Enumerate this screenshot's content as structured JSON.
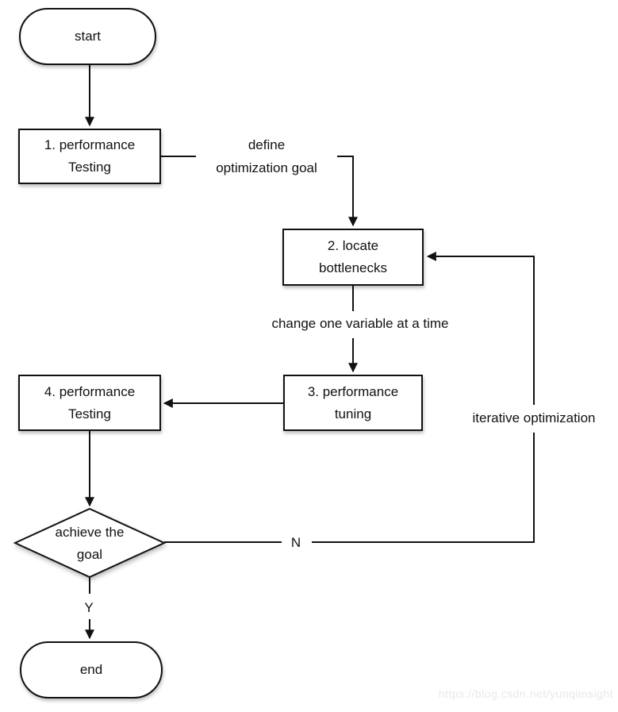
{
  "diagram_type": "flowchart",
  "nodes": {
    "start": {
      "label": "start",
      "shape": "stadium"
    },
    "step1": {
      "label": "1. performance\nTesting",
      "shape": "rect"
    },
    "step2": {
      "label": "2. locate\nbottlenecks",
      "shape": "rect"
    },
    "step3": {
      "label": "3. performance\ntuning",
      "shape": "rect"
    },
    "step4": {
      "label": "4. performance\nTesting",
      "shape": "rect"
    },
    "decision": {
      "label": "achieve the\ngoal",
      "shape": "diamond"
    },
    "end": {
      "label": "end",
      "shape": "stadium"
    }
  },
  "edges": [
    {
      "from": "start",
      "to": "step1",
      "label": ""
    },
    {
      "from": "step1",
      "to": "step2",
      "label": "define\noptimization goal"
    },
    {
      "from": "step2",
      "to": "step3",
      "label": "change one variable at a time"
    },
    {
      "from": "step3",
      "to": "step4",
      "label": ""
    },
    {
      "from": "step4",
      "to": "decision",
      "label": ""
    },
    {
      "from": "decision",
      "to": "step2",
      "label": "N",
      "loop_label": "iterative optimization"
    },
    {
      "from": "decision",
      "to": "end",
      "label": "Y"
    }
  ],
  "edge_labels": {
    "define_goal": "define\noptimization goal",
    "change_variable": "change one variable at a time",
    "iterative": "iterative optimization",
    "no": "N",
    "yes": "Y"
  },
  "watermark": "https://blog.csdn.net/yunqiinsight",
  "colors": {
    "stroke": "#111111",
    "node_fill": "#ffffff",
    "background": "#ffffff",
    "watermark_text": "#e8e8e8"
  }
}
